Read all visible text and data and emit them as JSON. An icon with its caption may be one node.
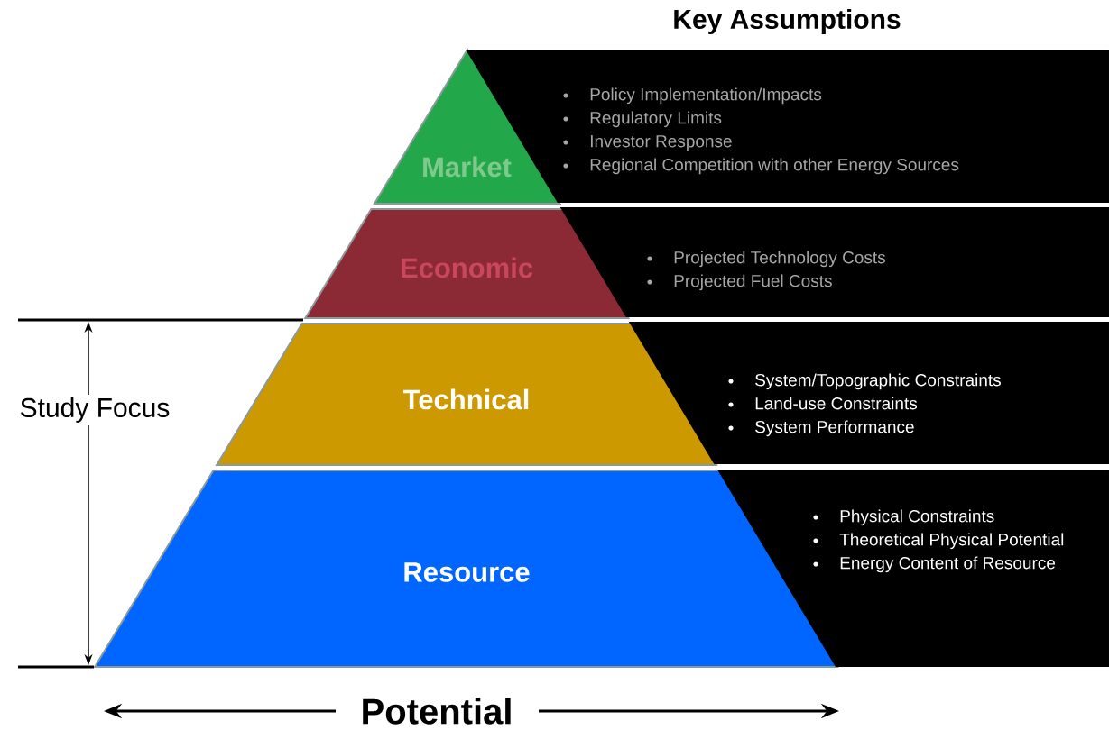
{
  "diagram": {
    "title": "Key Assumptions",
    "nodes": [
      {
        "text": [
          "Market"
        ]
      },
      {
        "text": [
          "Policy Implementation/Impacts",
          "Regulatory Limits",
          "Investor Response",
          "Regional Competition with other Energy Sources"
        ]
      },
      {
        "text": [
          "Economic"
        ]
      },
      {
        "text": [
          "Projected Technology Costs",
          "Projected Fuel Costs"
        ]
      },
      {
        "text": [
          "Technical"
        ]
      },
      {
        "text": [
          "System/Topographic Constraints",
          "Land-use Constraints",
          "System Performance"
        ]
      },
      {
        "text": [
          "Resource"
        ]
      },
      {
        "text": [
          "Physical Constraints",
          "Theoretical Physical Potential",
          "Energy Content of Resource"
        ]
      }
    ],
    "labels": [
      "Study Focus",
      "Potential"
    ]
  }
}
